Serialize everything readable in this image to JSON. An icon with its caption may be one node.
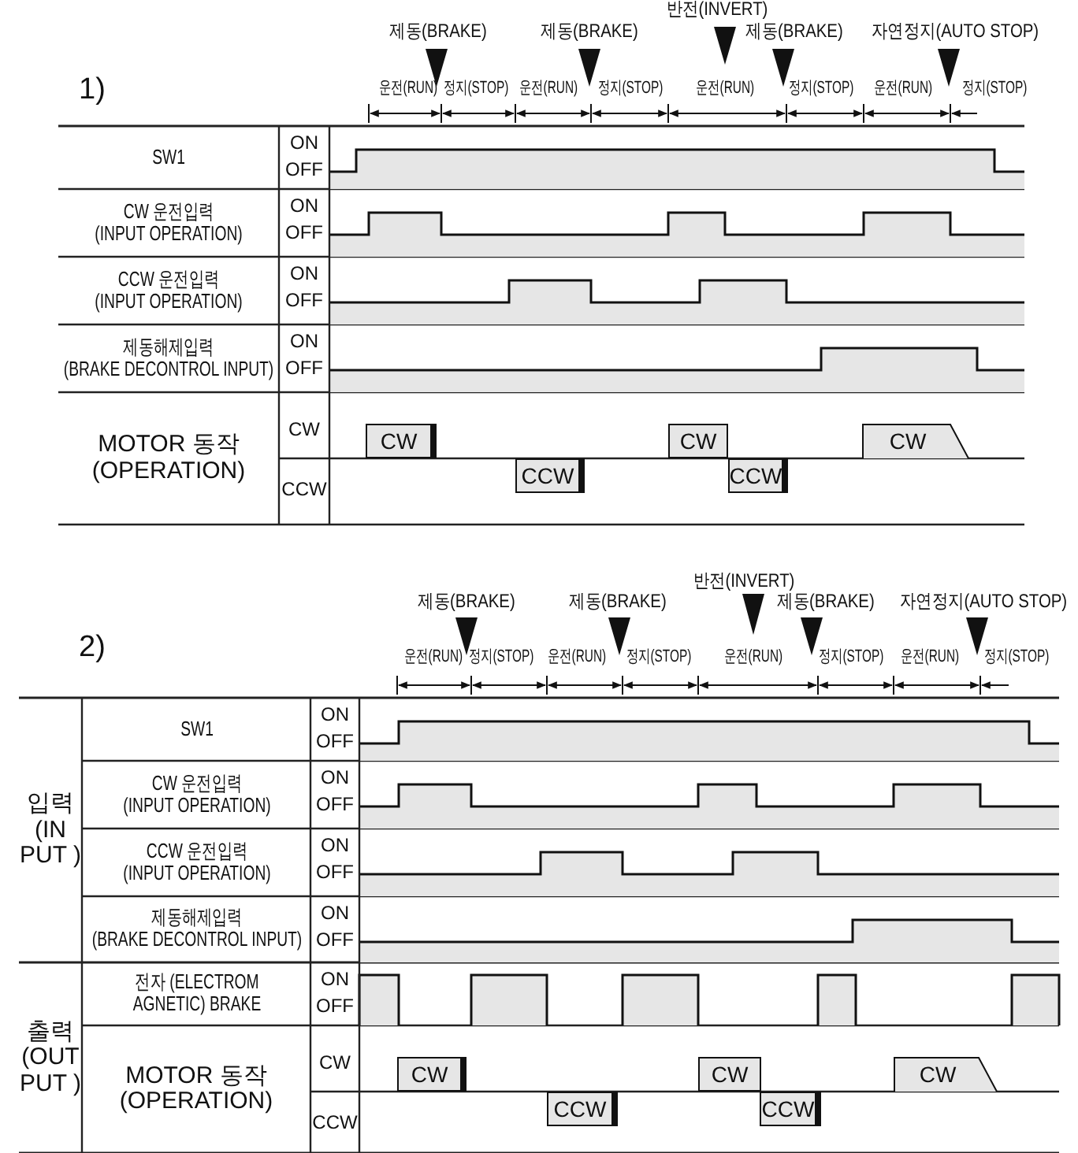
{
  "diagram": {
    "labels": [
      "반전(INVERT)",
      "제동(BRAKE)",
      "제동(BRAKE)",
      "제동(BRAKE)",
      "자연정지(AUTO STOP)",
      "1)",
      "운전(RUN)",
      "정지(STOP)",
      "운전(RUN)",
      "정지(STOP)",
      "운전(RUN)",
      "정지(STOP)",
      "운전(RUN)",
      "정지(STOP)",
      "SW1",
      "ON",
      "OFF",
      "CW 운전입력 (INPUT OPERATION)",
      "ON",
      "OFF",
      "CCW 운전입력 (INPUT OPERATION)",
      "ON",
      "OFF",
      "제동해제입력 (BRAKE DECONTROL INPUT)",
      "ON",
      "OFF",
      "MOTOR 동작 (OPERATION)",
      "CW",
      "CCW",
      "CW",
      "CW",
      "CW",
      "CCW",
      "CCW",
      "반전(INVERT)",
      "제동(BRAKE)",
      "제동(BRAKE)",
      "제동(BRAKE)",
      "자연정지(AUTO STOP)",
      "2)",
      "운전(RUN)",
      "정지(STOP)",
      "운전(RUN)",
      "정지(STOP)",
      "운전(RUN)",
      "정지(STOP)",
      "운전(RUN)",
      "정지(STOP)",
      "입력 (IN PUT )",
      "SW1",
      "ON",
      "OFF",
      "CW 운전입력 (INPUT OPERATION)",
      "ON",
      "OFF",
      "CCW 운전입력 (INPUT OPERATION)",
      "ON",
      "OFF",
      "제동해제입력 (BRAKE DECONTROL INPUT)",
      "ON",
      "OFF",
      "출력 (OUT PUT )",
      "전자 (ELECTROM AGNETIC) BRAKE",
      "ON",
      "OFF",
      "MOTOR 동작 (OPERATION)",
      "CW",
      "CCW",
      "CW",
      "CW",
      "CW",
      "CCW",
      "CCW"
    ]
  }
}
